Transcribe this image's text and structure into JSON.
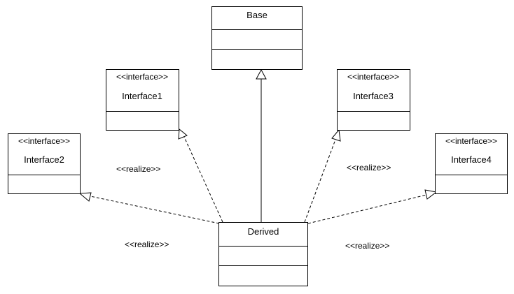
{
  "classes": {
    "base": {
      "name": "Base"
    },
    "derived": {
      "name": "Derived"
    },
    "interface1": {
      "stereotype": "<<interface>>",
      "name": "Interface1"
    },
    "interface2": {
      "stereotype": "<<interface>>",
      "name": "Interface2"
    },
    "interface3": {
      "stereotype": "<<interface>>",
      "name": "Interface3"
    },
    "interface4": {
      "stereotype": "<<interface>>",
      "name": "Interface4"
    }
  },
  "relations": {
    "realize_interface1": "<<realize>>",
    "realize_interface2": "<<realize>>",
    "realize_interface3": "<<realize>>",
    "realize_interface4": "<<realize>>"
  },
  "colors": {
    "line": "#000000",
    "box_fill": "#ffffff",
    "background": "#ffffff"
  }
}
